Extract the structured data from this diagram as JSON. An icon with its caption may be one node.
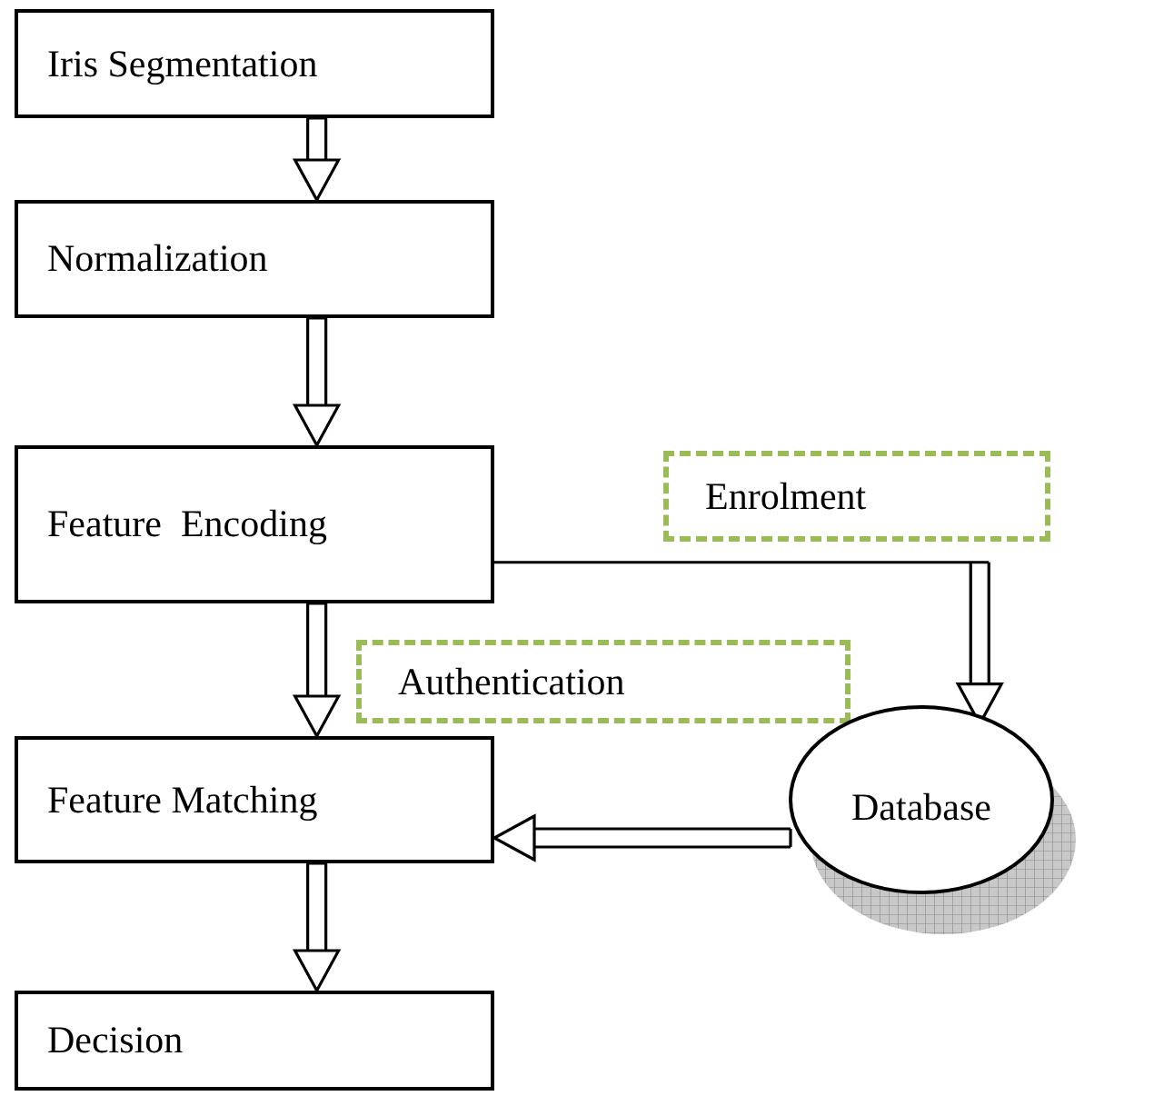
{
  "diagram": {
    "nodes": [
      {
        "text": [
          "Iris Segmentation"
        ]
      },
      {
        "text": [
          "Normalization"
        ]
      },
      {
        "text": [
          "Feature  Encoding"
        ]
      },
      {
        "text": [
          "Enrolment"
        ]
      },
      {
        "text": [
          "Authentication"
        ]
      },
      {
        "text": [
          "Feature Matching"
        ]
      },
      {
        "text": [
          "Database"
        ]
      },
      {
        "text": [
          "Decision"
        ]
      }
    ],
    "edges": [
      {
        "from": 0,
        "to": 1,
        "arrow": "to"
      },
      {
        "from": 1,
        "to": 2,
        "arrow": "to"
      },
      {
        "from": 2,
        "to": 5,
        "arrow": "to"
      },
      {
        "from": 2,
        "to": 6,
        "arrow": "to"
      },
      {
        "from": 6,
        "to": 5,
        "arrow": "to"
      },
      {
        "from": 5,
        "to": 7,
        "arrow": "to"
      }
    ]
  }
}
